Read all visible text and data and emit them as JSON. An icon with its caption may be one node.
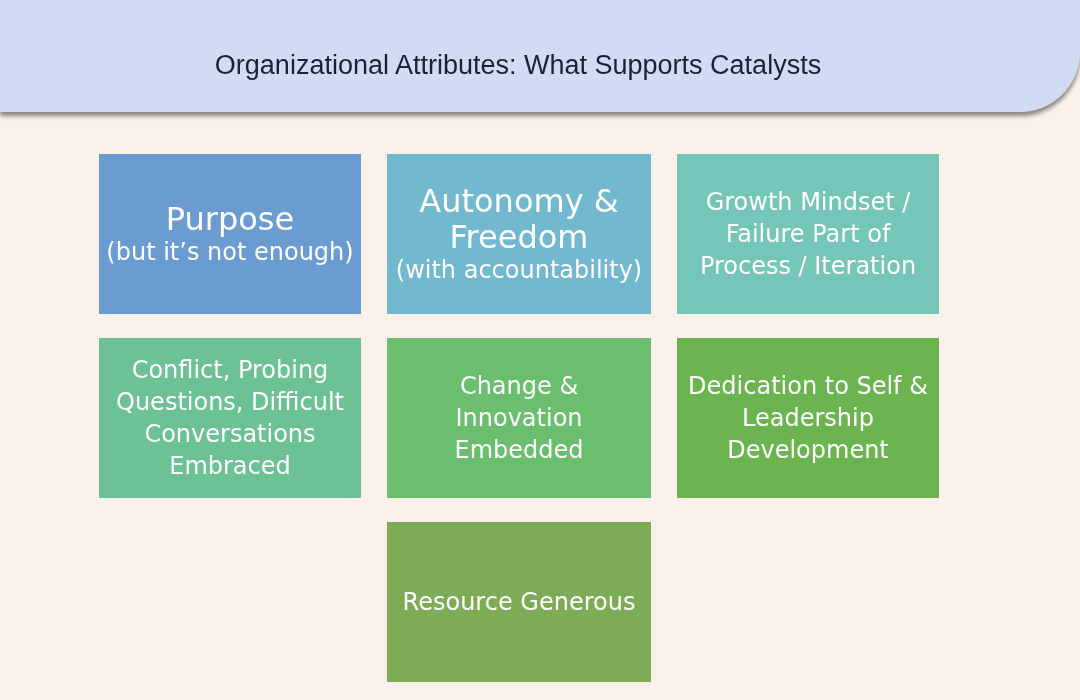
{
  "diagram": {
    "title": "Organizational Attributes: What Supports Catalysts",
    "nodes": [
      {
        "text": [
          "Purpose",
          "(but it’s not enough)"
        ]
      },
      {
        "text": [
          "Autonomy & Freedom",
          "(with accountability)"
        ]
      },
      {
        "text": [
          "Growth Mindset / Failure Part of Process / Iteration"
        ]
      },
      {
        "text": [
          "Conflict, Probing Questions, Difficult Conversations Embraced"
        ]
      },
      {
        "text": [
          "Change & Innovation Embedded"
        ]
      },
      {
        "text": [
          "Dedication to Self & Leadership Development"
        ]
      },
      {
        "text": [
          "Resource Generous"
        ]
      }
    ],
    "edges": []
  }
}
